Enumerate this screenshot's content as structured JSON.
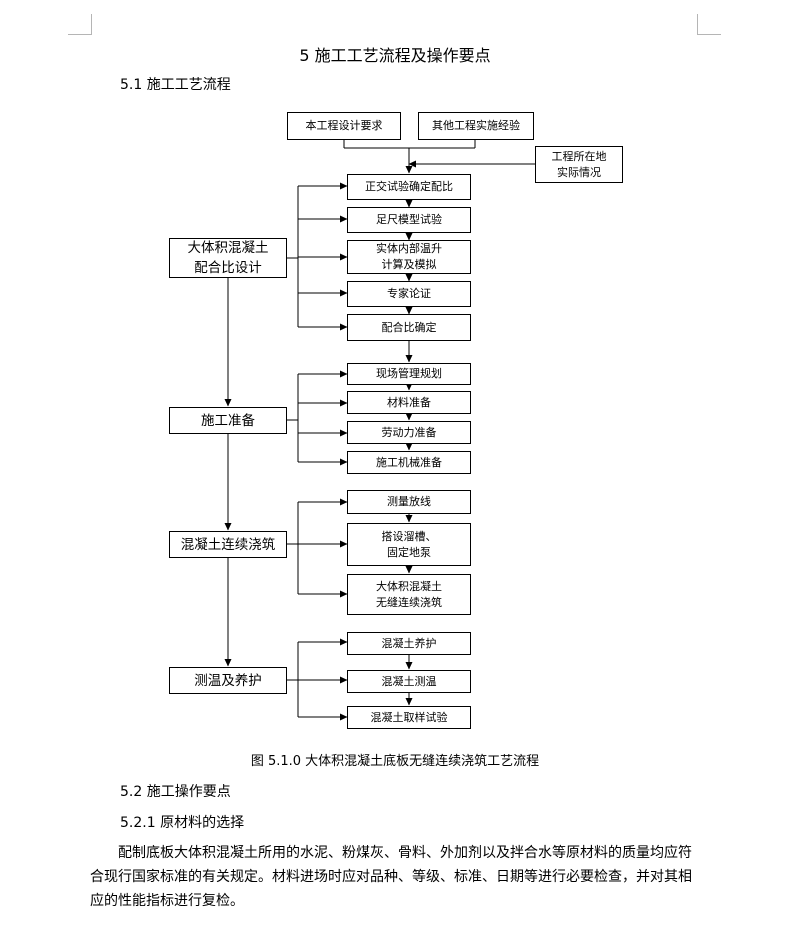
{
  "section_title": "5   施工工艺流程及操作要点",
  "heading_51": "5.1 施工工艺流程",
  "flowchart": {
    "top_inputs": [
      "本工程设计要求",
      "其他工程实施经验"
    ],
    "side_input": [
      "工程所在地",
      "实际情况"
    ],
    "stage1": {
      "lines": [
        "大体积混凝土",
        "配合比设计"
      ]
    },
    "stage1_steps": [
      {
        "lines": [
          "正交试验确定配比"
        ]
      },
      {
        "lines": [
          "足尺模型试验"
        ]
      },
      {
        "lines": [
          "实体内部温升",
          "计算及模拟"
        ]
      },
      {
        "lines": [
          "专家论证"
        ]
      },
      {
        "lines": [
          "配合比确定"
        ]
      }
    ],
    "stage2": {
      "lines": [
        "施工准备"
      ]
    },
    "stage2_steps": [
      {
        "lines": [
          "现场管理规划"
        ]
      },
      {
        "lines": [
          "材料准备"
        ]
      },
      {
        "lines": [
          "劳动力准备"
        ]
      },
      {
        "lines": [
          "施工机械准备"
        ]
      }
    ],
    "stage3": {
      "lines": [
        "混凝土连续浇筑"
      ]
    },
    "stage3_steps": [
      {
        "lines": [
          "测量放线"
        ]
      },
      {
        "lines": [
          "搭设溜槽、",
          "固定地泵"
        ]
      },
      {
        "lines": [
          "大体积混凝土",
          "无缝连续浇筑"
        ]
      }
    ],
    "stage4": {
      "lines": [
        "测温及养护"
      ]
    },
    "stage4_steps": [
      {
        "lines": [
          "混凝土养护"
        ]
      },
      {
        "lines": [
          "混凝土测温"
        ]
      },
      {
        "lines": [
          "混凝土取样试验"
        ]
      }
    ]
  },
  "figure_caption": "图 5.1.0 大体积混凝土底板无缝连续浇筑工艺流程",
  "heading_52": "5.2 施工操作要点",
  "heading_521": "5.2.1 原材料的选择",
  "paragraph": "配制底板大体积混凝土所用的水泥、粉煤灰、骨料、外加剂以及拌合水等原材料的质量均应符合现行国家标准的有关规定。材料进场时应对品种、等级、标准、日期等进行必要检查，并对其相应的性能指标进行复检。"
}
